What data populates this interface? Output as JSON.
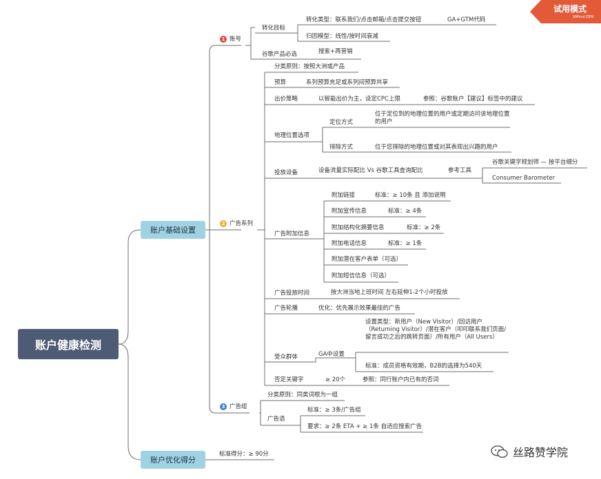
{
  "root": "账户健康检测",
  "branches": {
    "basic": "账户基础设置",
    "score": "账户优化得分"
  },
  "badges": {
    "b1": "1",
    "b2": "2",
    "b3": "3"
  },
  "account": {
    "title": "账号",
    "conv_goal": "转化目标",
    "conv_type": "转化类型：联系我们/点击邮箱/点击提交按钮",
    "ga_gtm": "GA+GTM代码",
    "attribution": "归因模型：线性/按时间衰减",
    "google_must": "谷歌产品必选",
    "search_remarketing": "搜索+再营销"
  },
  "campaign": {
    "title": "广告系列",
    "classify": "分类原则：按照大洲或产品",
    "budget": "预算",
    "budget_desc": "系列预算充足或系列间预算共享",
    "bidding": "出价策略",
    "bidding_desc": "以智能出价为主，设定CPC上限",
    "bidding_ref": "参照：谷歌账户【建议】标签中的建议",
    "geo": "地理位置选项",
    "geo_target": "定位方式",
    "geo_target_desc": "位于定位到的地理位置的用户或定期访问该地理位置的用户",
    "geo_exclude": "排除方式",
    "geo_exclude_desc": "位于您排除的地理位置或对其表现出兴趣的用户",
    "device": "投放设备",
    "device_desc": "设备流量实际配比 Vs 谷歌工具查询配比",
    "ref_tools": "参考工具",
    "kw_planner": "谷歌关键字规划师 — 按平台细分",
    "consumer_barometer": "Consumer Barometer",
    "ext": "广告附加信息",
    "ext_link": "附加链接",
    "ext_link_std": "标准：≥ 10条 且 添加说明",
    "ext_callout": "附加宣传信息",
    "ext_callout_std": "标准：≥ 4条",
    "ext_snippet": "附加结构化摘要信息",
    "ext_snippet_std": "标准：≥ 2条",
    "ext_call": "附加电话信息",
    "ext_call_std": "标准：≥ 1条",
    "ext_lead": "附加潜在客户表单（可选）",
    "ext_sms": "附加短信信息（可选）",
    "schedule": "广告投放时间",
    "schedule_desc": "按大洲当地上班时间 左右延伸1-2个小时投放",
    "rotation": "广告轮播",
    "rotation_desc": "优化：优先展示效果最佳的广告",
    "audience": "受众群体",
    "ga_setup": "GA中设置",
    "audience_types": "设置类型：新用户（New Visitor）/回访用户（Returning Visitor）/潜在客户（叩叩联系我们页面/留言成功之后的跳转页面）/所有用户（All Users）",
    "audience_std": "标准：成员资格有效期，B2B的选择为540天",
    "neg_kw": "否定关键字",
    "neg_kw_count": "≥ 20个",
    "neg_kw_ref": "参照：同行账户内已有的否词"
  },
  "adgroup": {
    "title": "广告组",
    "classify": "分类原则：同类词根为一组",
    "copy": "广告语",
    "copy_std": "标准：≥ 3条/广告组",
    "copy_req": "要求：≥ 2条 ETA + ≥ 1条 自适应搜索广告"
  },
  "score_std": "标准得分：≥ 90分",
  "trial": {
    "title": "试用模式",
    "sub": "XMind:ZEN"
  },
  "watermark": "丝路赞学院",
  "colors": {
    "root_bg": "#4d5b74",
    "branch_bg": "#9fd3e3",
    "line": "#6b6b6b",
    "badge1": "#e1473c",
    "badge2": "#f1a73a",
    "badge3": "#3d7fd4",
    "trial_bg": "#e35a39"
  }
}
